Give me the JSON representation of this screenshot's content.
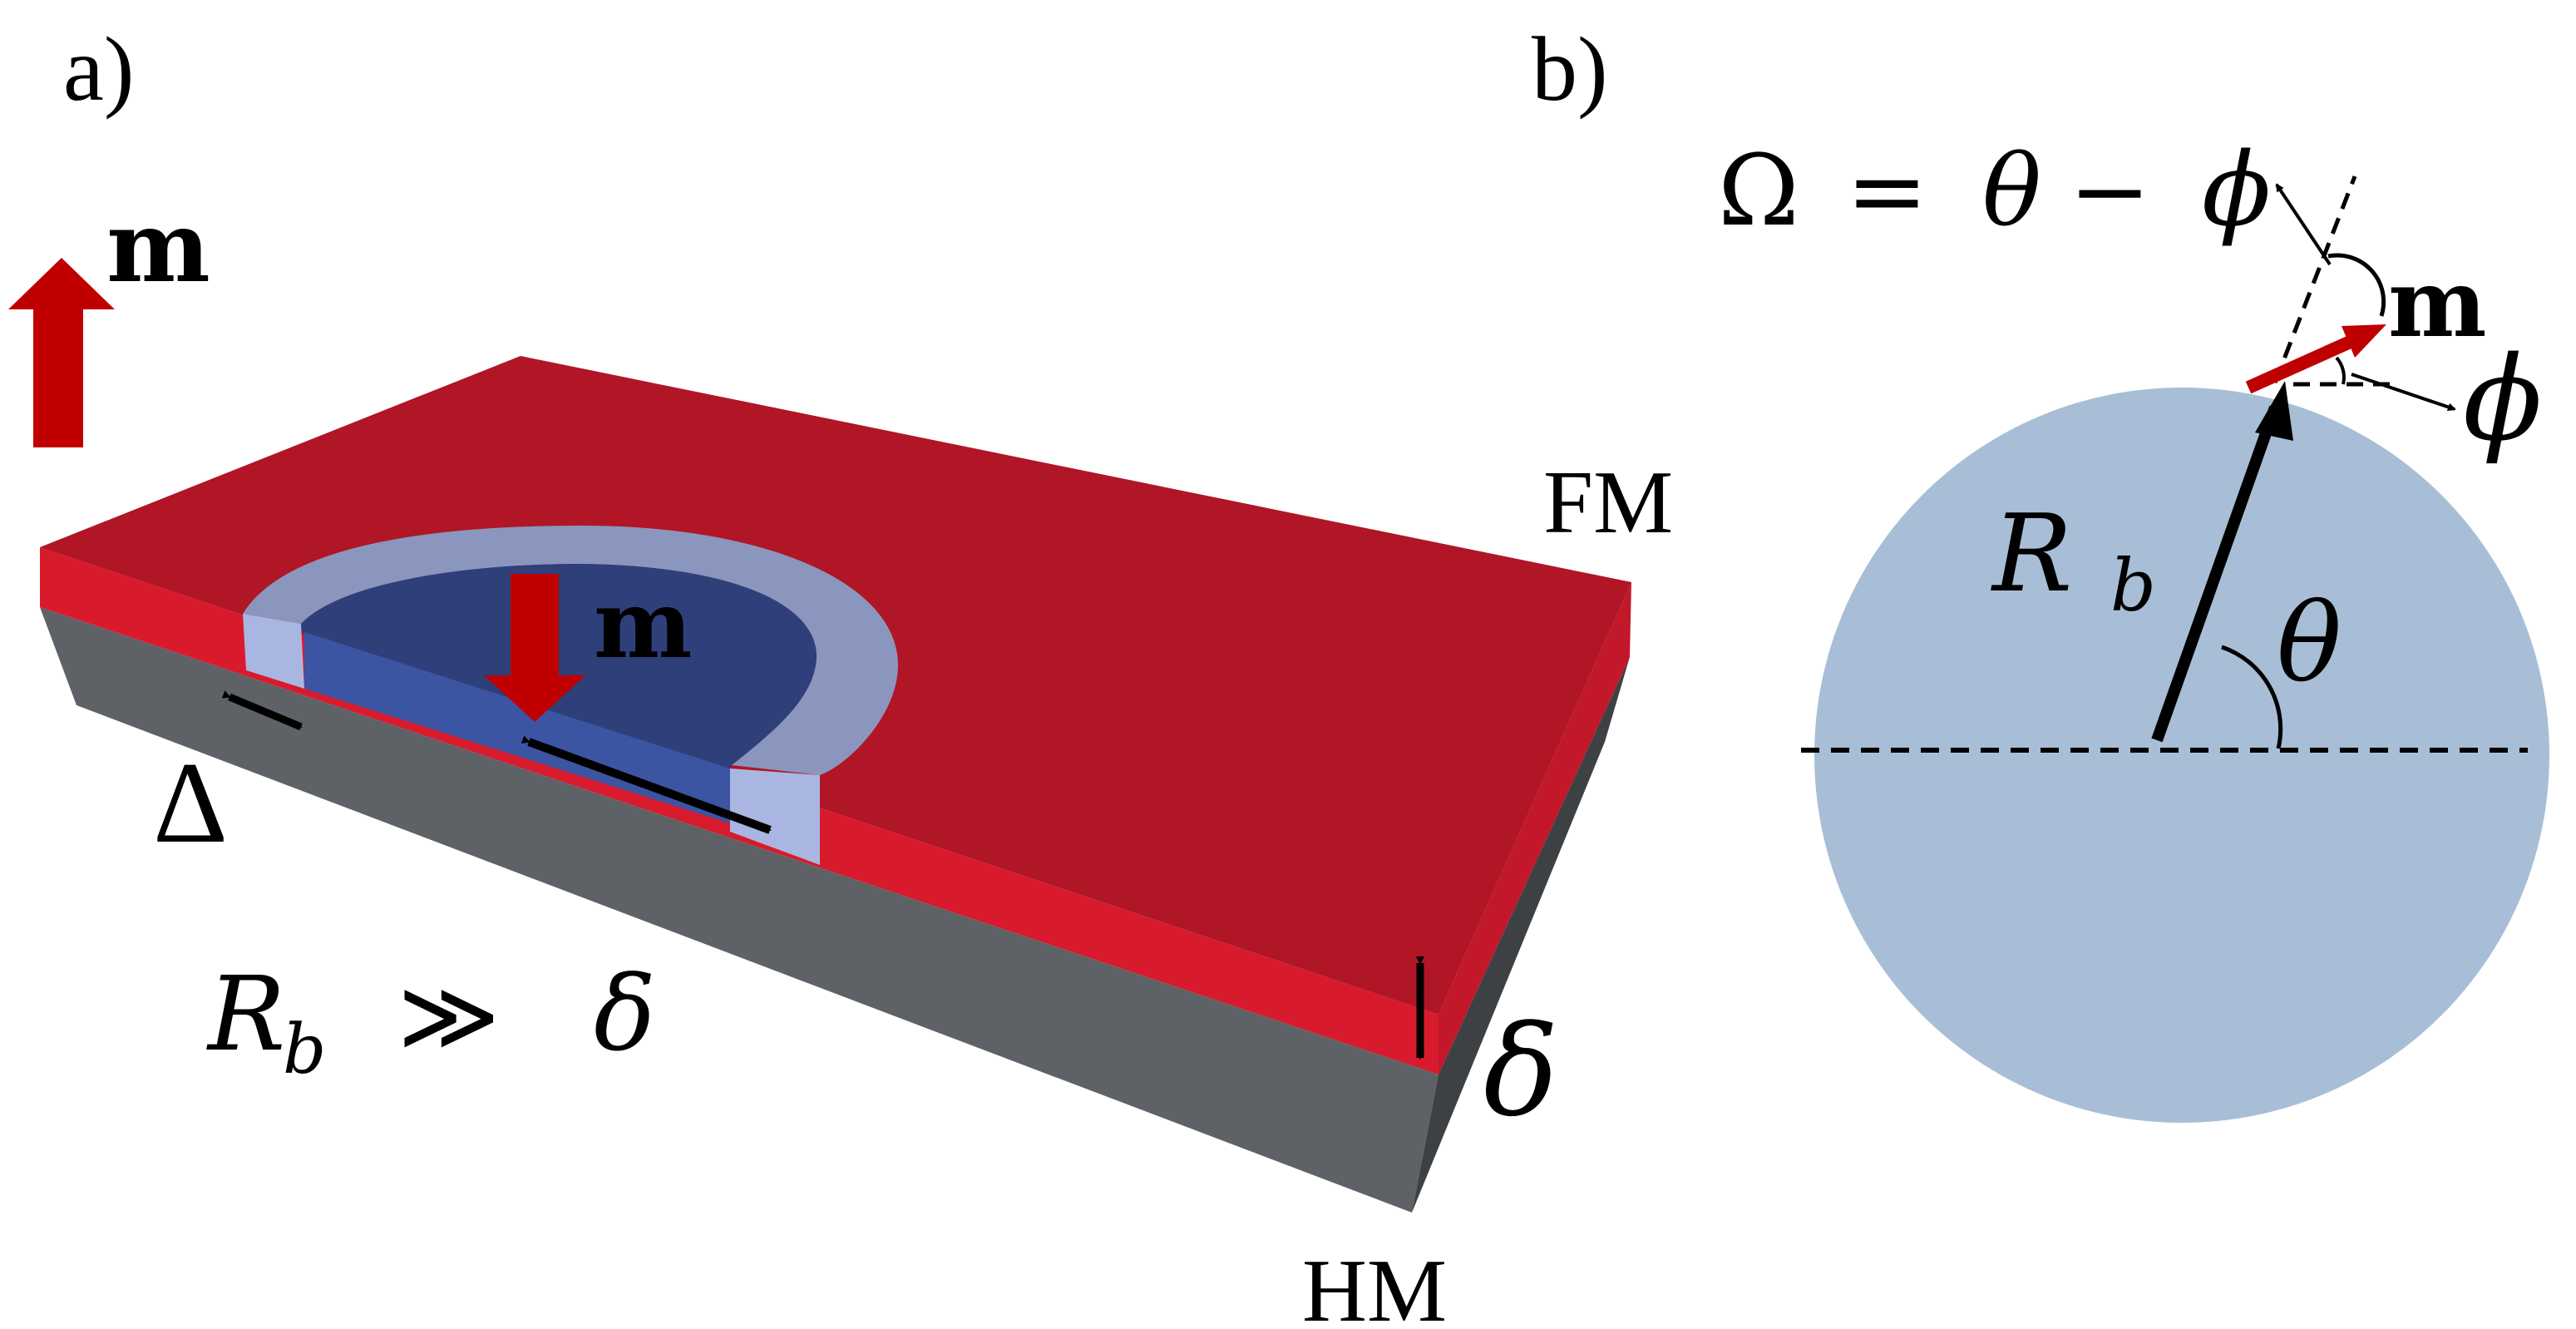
{
  "panel_a": {
    "label": "a)",
    "m_up_label": "m",
    "m_down_label": "m",
    "fm_label": "FM",
    "hm_label": "HM",
    "delta_wall": "Δ",
    "delta_thick": "δ",
    "relation": {
      "r": "R",
      "sub": "b",
      "op": "≫",
      "delta": "δ"
    }
  },
  "panel_b": {
    "label": "b)",
    "omega_eq": {
      "lhs": "Ω",
      "eq": "=",
      "theta": "θ",
      "minus": "−",
      "phi": "ϕ"
    },
    "m_label": "m",
    "phi_label": "ϕ",
    "r_label": "R",
    "r_sub": "b",
    "theta_label": "θ"
  },
  "colors": {
    "fm_top": "#b01625",
    "fm_side": "#d81b2c",
    "hm": "#5e6266",
    "hm_side": "#3e4144",
    "domain_dark": "#2e3f7a",
    "domain_front": "#3b55a3",
    "wall": "#8a96bd",
    "wall_front": "#aab6e2",
    "m_arrow": "#c00000",
    "disk": "#a8bed6"
  }
}
